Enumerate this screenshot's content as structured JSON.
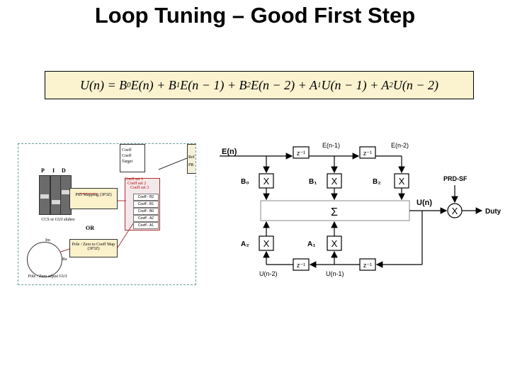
{
  "title": "Loop Tuning – Good First Step",
  "equation": {
    "lhs": "U(n) =",
    "terms": [
      "B",
      "0",
      "E(n) + B",
      "1",
      "E(n − 1) + B",
      "2",
      "E(n − 2) + A",
      "1",
      "U(n − 1) + A",
      "2",
      "U(n − 2)"
    ]
  },
  "gui": {
    "slider_labels": [
      "P",
      "I",
      "D"
    ],
    "caption_sliders": "CCS or GUI sliders",
    "or_label": "OR",
    "pid_mapping": "PID Mapping (3P3Z)",
    "pole_zero_map": "Pole / Zero to Coeff Map (3P3Z)",
    "caption_polezero": "Pole / Zero adjust GUI",
    "im_label": "Im",
    "re_label": "Re",
    "menu_items": [
      "Coeff",
      "Coeff",
      "Target"
    ],
    "coef_sets": [
      "Coeff set 1",
      "Coeff set 2",
      "Coeff set 3"
    ],
    "coef_rows": [
      "Coeff - B2",
      "Coeff - B1",
      "Coeff - B0",
      "Coeff - A2",
      "Coeff - A1"
    ],
    "side_labels": [
      "Ref",
      "PR"
    ]
  },
  "diagram": {
    "en": "E(n)",
    "en1": "E(n-1)",
    "en2": "E(n-2)",
    "z_inv": "z⁻¹",
    "b0": "B₀",
    "b1": "B₁",
    "b2": "B₂",
    "a1": "A₁",
    "a2": "A₂",
    "mult": "X",
    "sum": "Σ",
    "un": "U(n)",
    "un1": "U(n-1)",
    "un2": "U(n-2)",
    "prd_sf": "PRD-SF",
    "duty": "Duty"
  }
}
